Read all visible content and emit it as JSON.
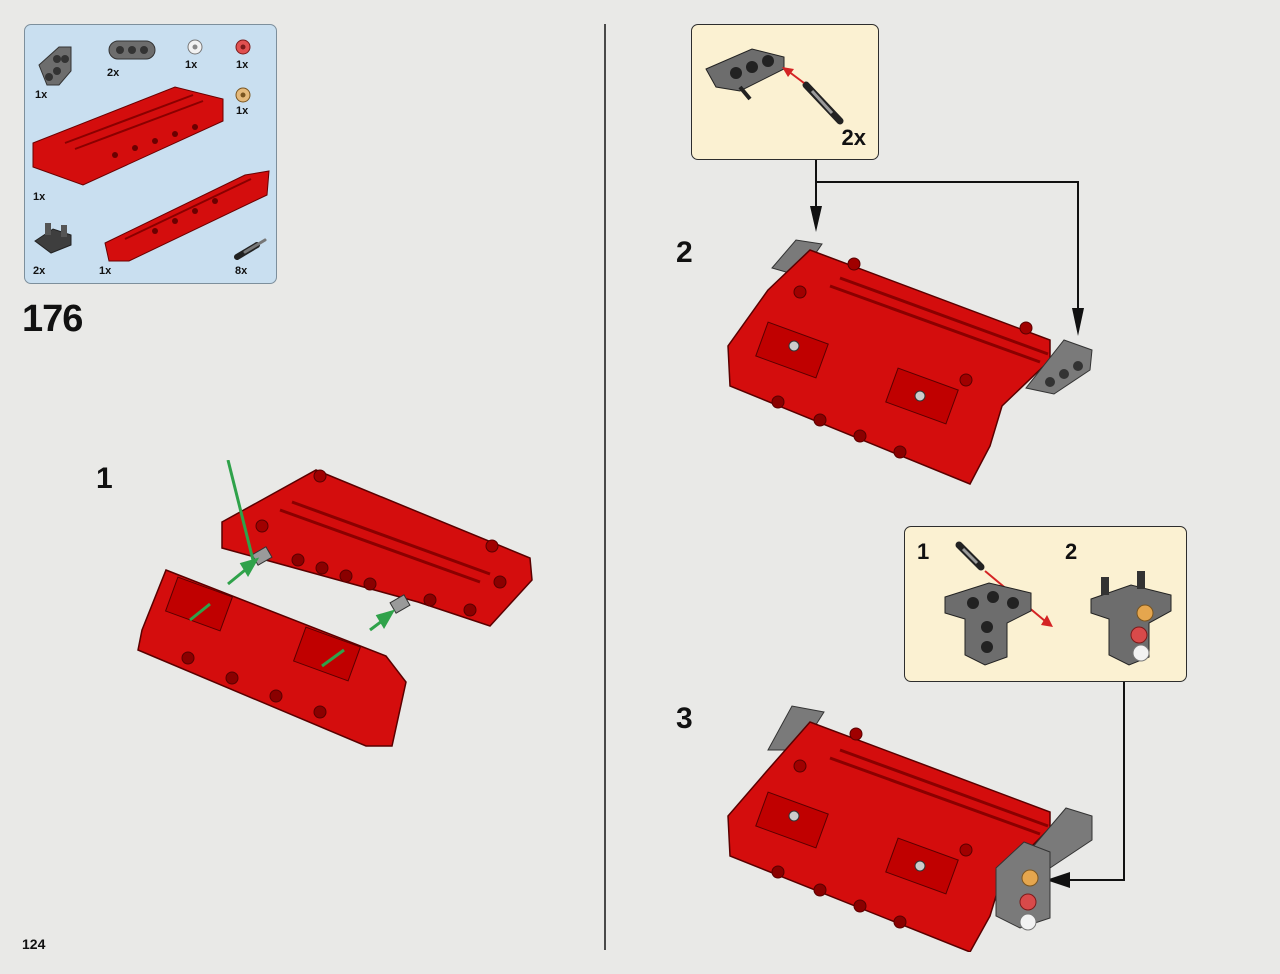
{
  "page": {
    "number": "124"
  },
  "parts_list": {
    "items": [
      {
        "name": "t-beam",
        "qty": "1x"
      },
      {
        "name": "beam-3",
        "qty": "2x"
      },
      {
        "name": "bush-white",
        "qty": "1x"
      },
      {
        "name": "bush-red",
        "qty": "1x"
      },
      {
        "name": "bush-tan",
        "qty": "1x"
      },
      {
        "name": "red-panel-large",
        "qty": "1x"
      },
      {
        "name": "angle-connector",
        "qty": "2x"
      },
      {
        "name": "red-panel-curved",
        "qty": "1x"
      },
      {
        "name": "axle-pin",
        "qty": "8x"
      }
    ]
  },
  "main_step": {
    "number": "176"
  },
  "substeps": [
    {
      "number": "1"
    },
    {
      "number": "2"
    },
    {
      "number": "3"
    }
  ],
  "callout_top": {
    "qty": "2x"
  },
  "callout_bottom": {
    "steps": [
      "1",
      "2"
    ]
  },
  "colors": {
    "background": "#e9e9e7",
    "parts_box": "#c9dff0",
    "callout": "#fbf1d2",
    "brick_red": "#d40d0d",
    "brick_gray": "#6f6f6f",
    "arrow_green": "#2fa24a",
    "arrow_red": "#d42424"
  }
}
